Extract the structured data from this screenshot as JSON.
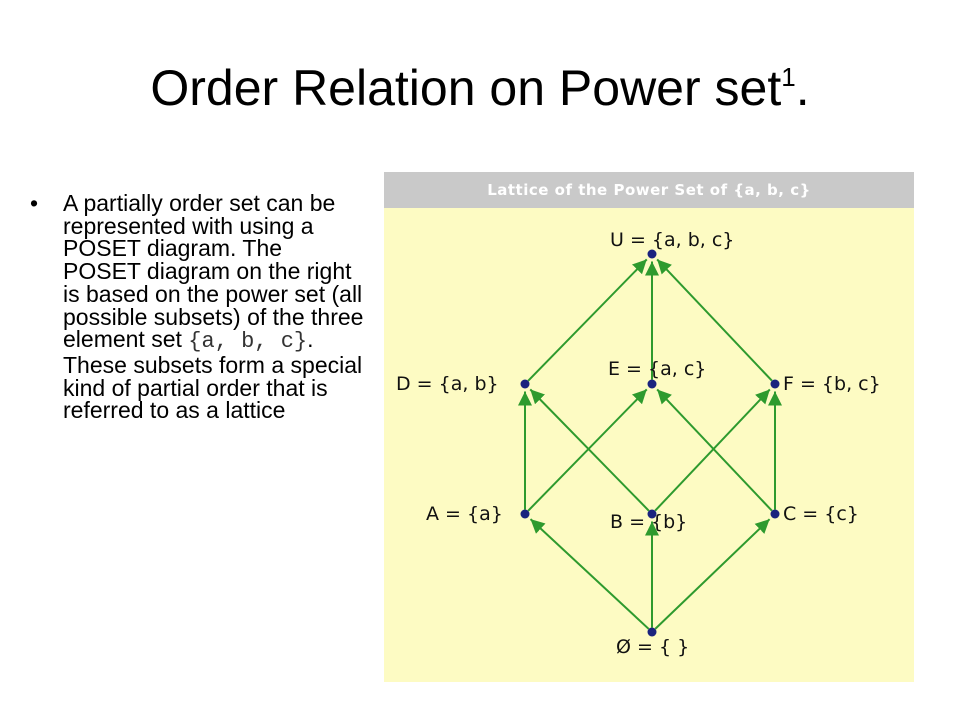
{
  "slide": {
    "title": "Order Relation on Power set",
    "title_superscript": "1",
    "title_suffix": "."
  },
  "bullet": {
    "text_before_code": "A partially order set can be represented with using a POSET diagram. The POSET diagram on the right is based on the power set (all possible subsets) of the three element set",
    "code": "{a, b, c}",
    "text_after_code": ". These subsets form a special kind of partial order that is referred to as a lattice"
  },
  "figure": {
    "header": "Lattice of the Power Set of {a, b, c}",
    "colors": {
      "background": "#fdfbc3",
      "header": "#c9c9c9",
      "edge": "#2e9a2e",
      "node": "#1a237e"
    },
    "nodes": [
      {
        "id": "U",
        "label": "U = {a, b, c}"
      },
      {
        "id": "D",
        "label": "D = {a, b}"
      },
      {
        "id": "E",
        "label": "E = {a, c}"
      },
      {
        "id": "F",
        "label": "F = {b, c}"
      },
      {
        "id": "A",
        "label": "A = {a}"
      },
      {
        "id": "B",
        "label": "B = {b}"
      },
      {
        "id": "C",
        "label": "C = {c}"
      },
      {
        "id": "O",
        "label": "Ø = { }"
      }
    ],
    "edges": [
      [
        "O",
        "A"
      ],
      [
        "O",
        "B"
      ],
      [
        "O",
        "C"
      ],
      [
        "A",
        "D"
      ],
      [
        "A",
        "E"
      ],
      [
        "B",
        "D"
      ],
      [
        "B",
        "F"
      ],
      [
        "C",
        "E"
      ],
      [
        "C",
        "F"
      ],
      [
        "D",
        "U"
      ],
      [
        "E",
        "U"
      ],
      [
        "F",
        "U"
      ]
    ]
  }
}
